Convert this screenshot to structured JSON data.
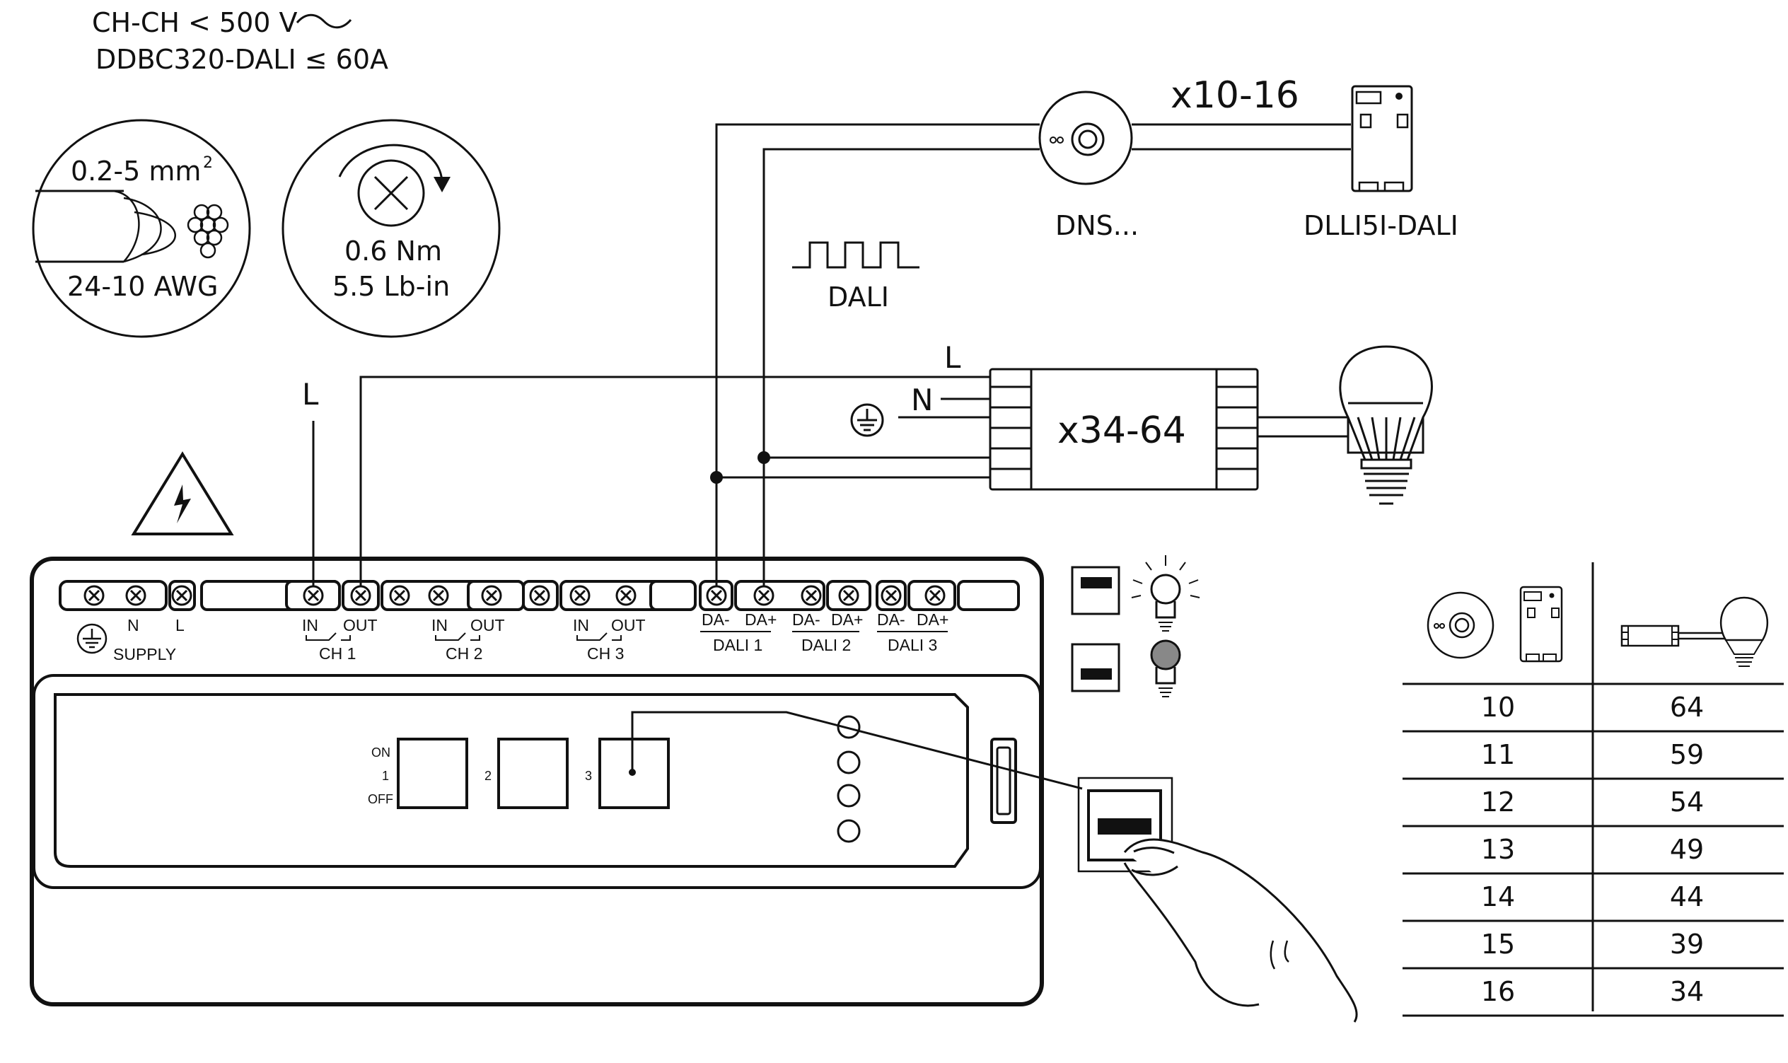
{
  "spec": {
    "line1": "CH-CH < 500 V",
    "line2": "DDBC320-DALI ≤ 60A"
  },
  "wire": {
    "gauge": "0.2-5 mm",
    "gauge_sup": "2",
    "awg": "24-10 AWG"
  },
  "torque": {
    "nm": "0.6 Nm",
    "lbin": "5.5 Lb-in"
  },
  "labels": {
    "line_L": "L",
    "dali": "DALI",
    "sensor": "DNS...",
    "dlli": "DLLI5I-DALI",
    "sensor_count": "x10-16",
    "ballast_count": "x34-64",
    "ballast_L": "L",
    "ballast_N": "N"
  },
  "terminals": {
    "supply": {
      "earth_icon": "earth-icon",
      "N": "N",
      "L": "L",
      "label": "SUPPLY"
    },
    "ch1": {
      "in": "IN",
      "out": "OUT",
      "label": "CH 1"
    },
    "ch2": {
      "in": "IN",
      "out": "OUT",
      "label": "CH 2"
    },
    "ch3": {
      "in": "IN",
      "out": "OUT",
      "label": "CH 3"
    },
    "dali1": {
      "minus": "DA-",
      "plus": "DA+",
      "label": "DALI 1"
    },
    "dali2": {
      "minus": "DA-",
      "plus": "DA+",
      "label": "DALI 2"
    },
    "dali3": {
      "minus": "DA-",
      "plus": "DA+",
      "label": "DALI 3"
    }
  },
  "panel": {
    "on": "ON",
    "one": "1",
    "off": "OFF",
    "btn2": "2",
    "btn3": "3"
  },
  "table": {
    "rows": [
      {
        "sensors": "10",
        "ballasts": "64"
      },
      {
        "sensors": "11",
        "ballasts": "59"
      },
      {
        "sensors": "12",
        "ballasts": "54"
      },
      {
        "sensors": "13",
        "ballasts": "49"
      },
      {
        "sensors": "14",
        "ballasts": "44"
      },
      {
        "sensors": "15",
        "ballasts": "39"
      },
      {
        "sensors": "16",
        "ballasts": "34"
      }
    ]
  },
  "colors": {
    "ink": "#111111",
    "lamp_off": "#888888",
    "background": "#ffffff"
  }
}
